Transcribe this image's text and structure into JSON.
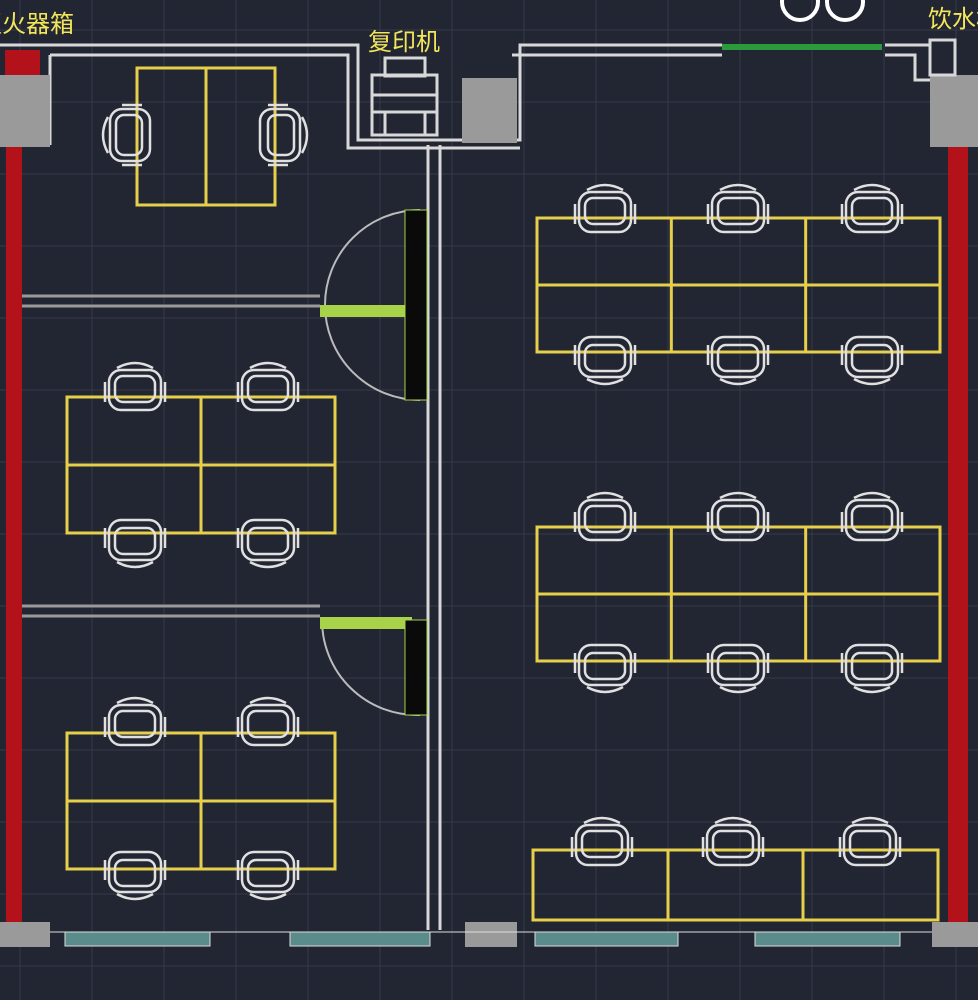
{
  "labels": {
    "extinguisher": "灭火器箱",
    "copier": "复印机",
    "water_dispenser": "饮水机"
  },
  "colors": {
    "background": "#222633",
    "grid": "#363b4a",
    "wall": "#d8d8d8",
    "desk": "#e6cf4a",
    "column": "#b3121a",
    "door": "#a8d24a",
    "window": "#5a8c8c",
    "green_window": "#2a9a3a"
  }
}
